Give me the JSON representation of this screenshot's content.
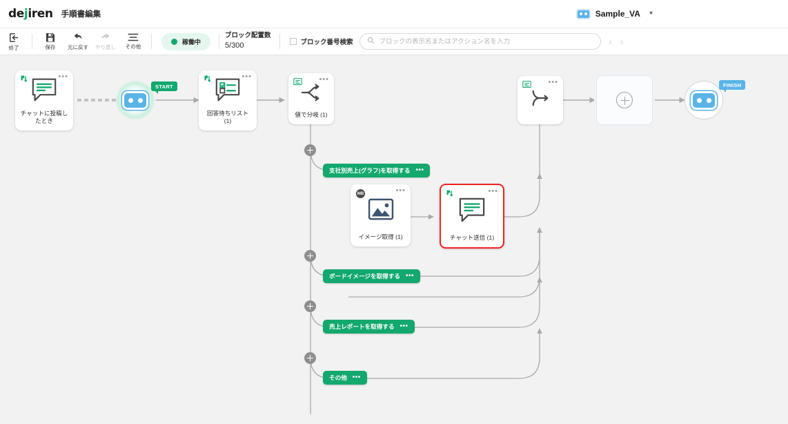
{
  "header": {
    "brand": "dejiren",
    "page_title": "手順書編集",
    "va_name": "Sample_VA",
    "unsaved_marker": "*",
    "bot_icon": "bot-icon"
  },
  "toolbar": {
    "items": [
      {
        "label": "終了",
        "icon": "exit-icon",
        "disabled": false
      },
      {
        "label": "保存",
        "icon": "save-icon",
        "disabled": false
      },
      {
        "label": "元に戻す",
        "icon": "undo-icon",
        "disabled": false
      },
      {
        "label": "やり直し",
        "icon": "redo-icon",
        "disabled": true
      },
      {
        "label": "その他",
        "icon": "menu-icon",
        "disabled": false
      }
    ],
    "status": {
      "text": "稼働中",
      "dot_color": "#12a86e",
      "bg_color": "#e4f6ee"
    },
    "block_count": {
      "label": "ブロック配置数",
      "value": "5/300"
    },
    "block_search_checkbox": {
      "label": "ブロック番号検索",
      "checked": false
    },
    "search": {
      "placeholder": "ブロックの表示名またはアクション名を入力",
      "value": ""
    },
    "nav_prev": "‹",
    "nav_next": "›"
  },
  "canvas": {
    "start_tag": "START",
    "finish_tag": "FINISH",
    "nodes": [
      {
        "id": "trigger",
        "label": "チャットに投稿したとき",
        "icon": "chat-bubble-icon",
        "badge": "dejiren-badge",
        "dots": "•••"
      },
      {
        "id": "waitlist",
        "label": "回答待ちリスト (1)",
        "icon": "checklist-bubble-icon",
        "badge": "dejiren-badge",
        "dots": "•••"
      },
      {
        "id": "branch",
        "label": "値で分岐 (1)",
        "icon": "branch-icon",
        "badge": "note-badge",
        "dots": "•••"
      },
      {
        "id": "image",
        "label": "イメージ取得 (1)",
        "icon": "image-icon",
        "badge": "miro-badge",
        "dots": "•••"
      },
      {
        "id": "chatsend",
        "label": "チャット送信 (1)",
        "icon": "chat-bubble-icon",
        "badge": "dejiren-badge",
        "dots": "•••",
        "selected": true
      },
      {
        "id": "merge",
        "label": "",
        "icon": "merge-icon",
        "badge": "note-badge",
        "dots": "•••"
      }
    ],
    "branches": [
      {
        "label": "支社別売上(グラフ)を取得する",
        "dots": "•••"
      },
      {
        "label": "ボードイメージを取得する",
        "dots": "•••"
      },
      {
        "label": "売上レポートを取得する",
        "dots": "•••"
      },
      {
        "label": "その他",
        "dots": "•••"
      }
    ],
    "add_block_placeholder": "add-block-icon",
    "miro_badge_text": "MB"
  },
  "colors": {
    "accent_green": "#12a86e",
    "bot_blue": "#5ab4e8",
    "selection_red": "#f42020",
    "canvas_bg": "#f2f2f2"
  }
}
